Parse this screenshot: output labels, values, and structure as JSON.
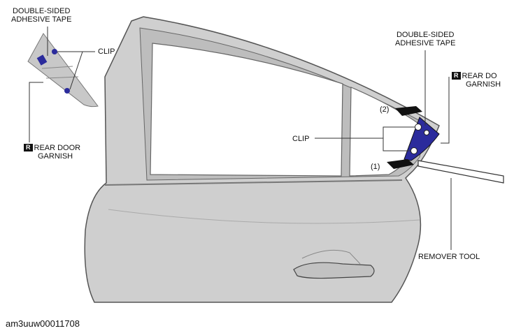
{
  "labels": {
    "tape_top_left": [
      "DOUBLE-SIDED",
      "ADHESIVE TAPE"
    ],
    "clip_top_left": "CLIP",
    "garnish_left": {
      "badge": "R",
      "line1": "REAR DOOR",
      "line2": "GARNISH"
    },
    "tape_right": [
      "DOUBLE-SIDED",
      "ADHESIVE TAPE"
    ],
    "garnish_right": {
      "badge": "R",
      "line1": "REAR DO",
      "line2": "GARNISH"
    },
    "clip_center": "CLIP",
    "remover_tool": "REMOVER TOOL",
    "step_1": "(1)",
    "step_2": "(2)"
  },
  "figure_code": "am3uuw00011708",
  "colors": {
    "door": "#cfcfcf",
    "door_edge": "#555555",
    "garnish": "#2b2b9c",
    "callout": "#333333"
  }
}
